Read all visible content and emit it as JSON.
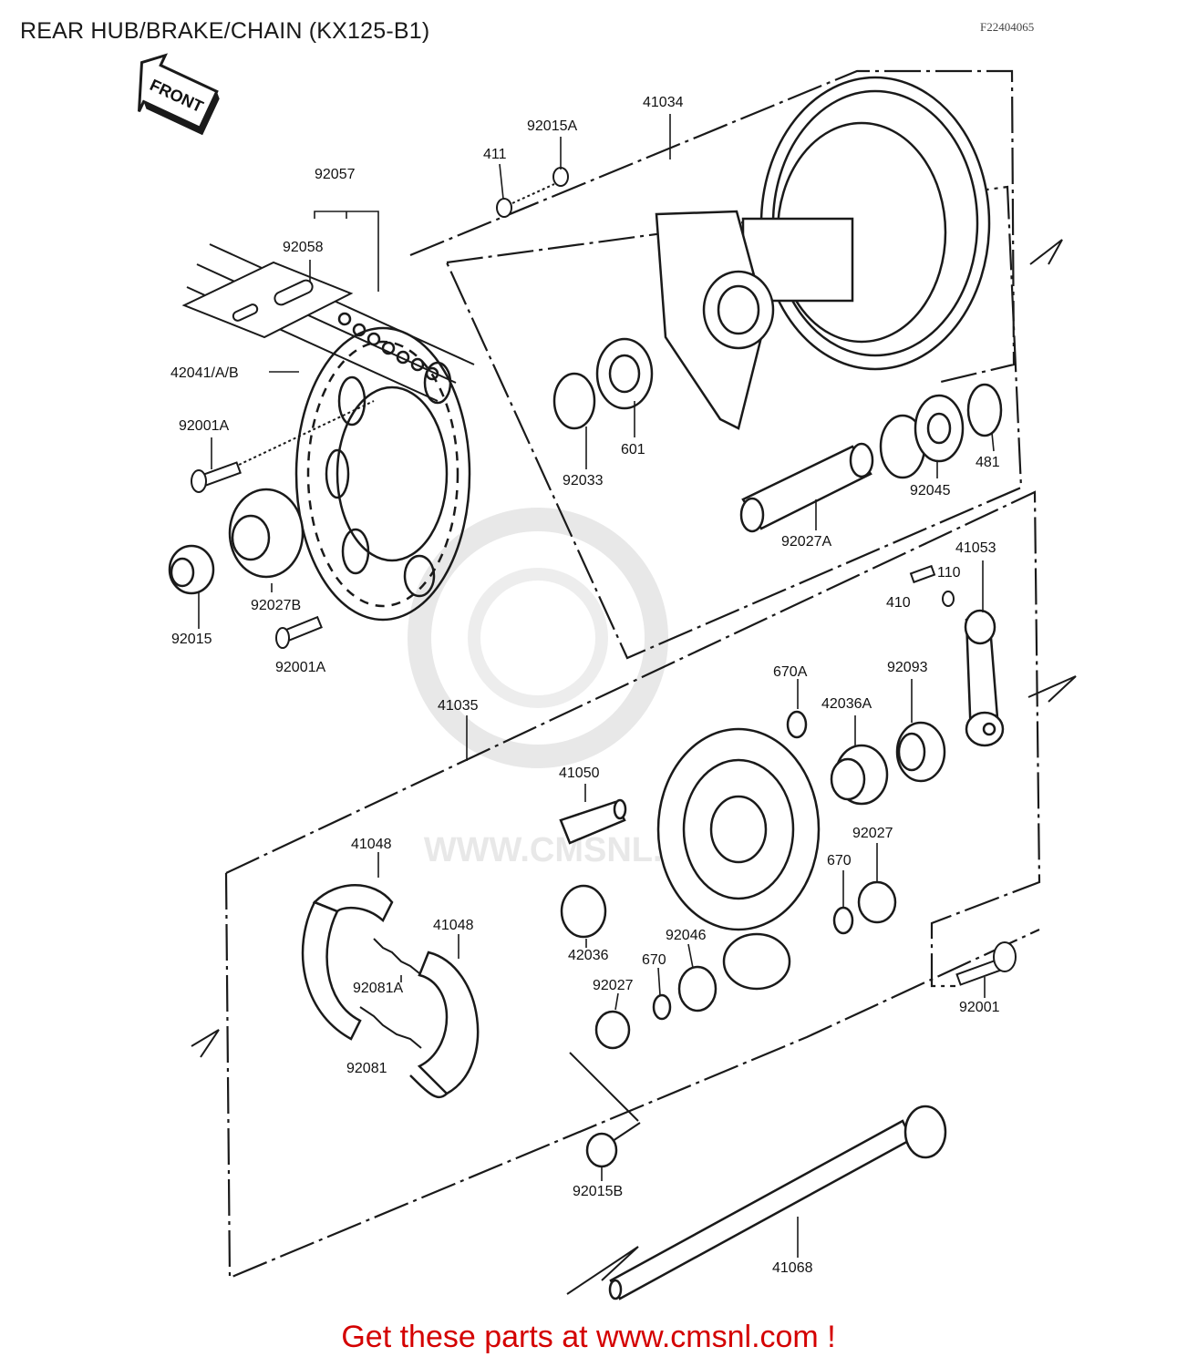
{
  "page": {
    "title": "REAR HUB/BRAKE/CHAIN (KX125-B1)",
    "diagram_code": "F22404065",
    "front_arrow_label": "FRONT",
    "watermark_text": "WWW.CMSNL.COM",
    "footer_text": "Get these parts at www.cmsnl.com !"
  },
  "colors": {
    "line": "#1a1a1a",
    "footer": "#d40000",
    "watermark": "#e6e6e6"
  },
  "parts": [
    {
      "id": "p-41034",
      "label": "41034"
    },
    {
      "id": "p-92015A",
      "label": "92015A"
    },
    {
      "id": "p-411",
      "label": "411"
    },
    {
      "id": "p-92057",
      "label": "92057"
    },
    {
      "id": "p-92058",
      "label": "92058"
    },
    {
      "id": "p-42041AB",
      "label": "42041/A/B"
    },
    {
      "id": "p-92001A-top",
      "label": "92001A"
    },
    {
      "id": "p-92033",
      "label": "92033"
    },
    {
      "id": "p-601",
      "label": "601"
    },
    {
      "id": "p-481",
      "label": "481"
    },
    {
      "id": "p-92045",
      "label": "92045"
    },
    {
      "id": "p-92027A",
      "label": "92027A"
    },
    {
      "id": "p-41053",
      "label": "41053"
    },
    {
      "id": "p-110",
      "label": "110"
    },
    {
      "id": "p-410",
      "label": "410"
    },
    {
      "id": "p-92027B",
      "label": "92027B"
    },
    {
      "id": "p-92015",
      "label": "92015"
    },
    {
      "id": "p-92001A-bot",
      "label": "92001A"
    },
    {
      "id": "p-670A",
      "label": "670A"
    },
    {
      "id": "p-92093",
      "label": "92093"
    },
    {
      "id": "p-42036A",
      "label": "42036A"
    },
    {
      "id": "p-41035",
      "label": "41035"
    },
    {
      "id": "p-41050",
      "label": "41050"
    },
    {
      "id": "p-92027-right",
      "label": "92027"
    },
    {
      "id": "p-670-right",
      "label": "670"
    },
    {
      "id": "p-41048-top",
      "label": "41048"
    },
    {
      "id": "p-41048-bot",
      "label": "41048"
    },
    {
      "id": "p-92046",
      "label": "92046"
    },
    {
      "id": "p-42036",
      "label": "42036"
    },
    {
      "id": "p-670-mid",
      "label": "670"
    },
    {
      "id": "p-92027-mid",
      "label": "92027"
    },
    {
      "id": "p-92081A",
      "label": "92081A"
    },
    {
      "id": "p-92081",
      "label": "92081"
    },
    {
      "id": "p-92001",
      "label": "92001"
    },
    {
      "id": "p-92015B",
      "label": "92015B"
    },
    {
      "id": "p-41068",
      "label": "41068"
    }
  ]
}
